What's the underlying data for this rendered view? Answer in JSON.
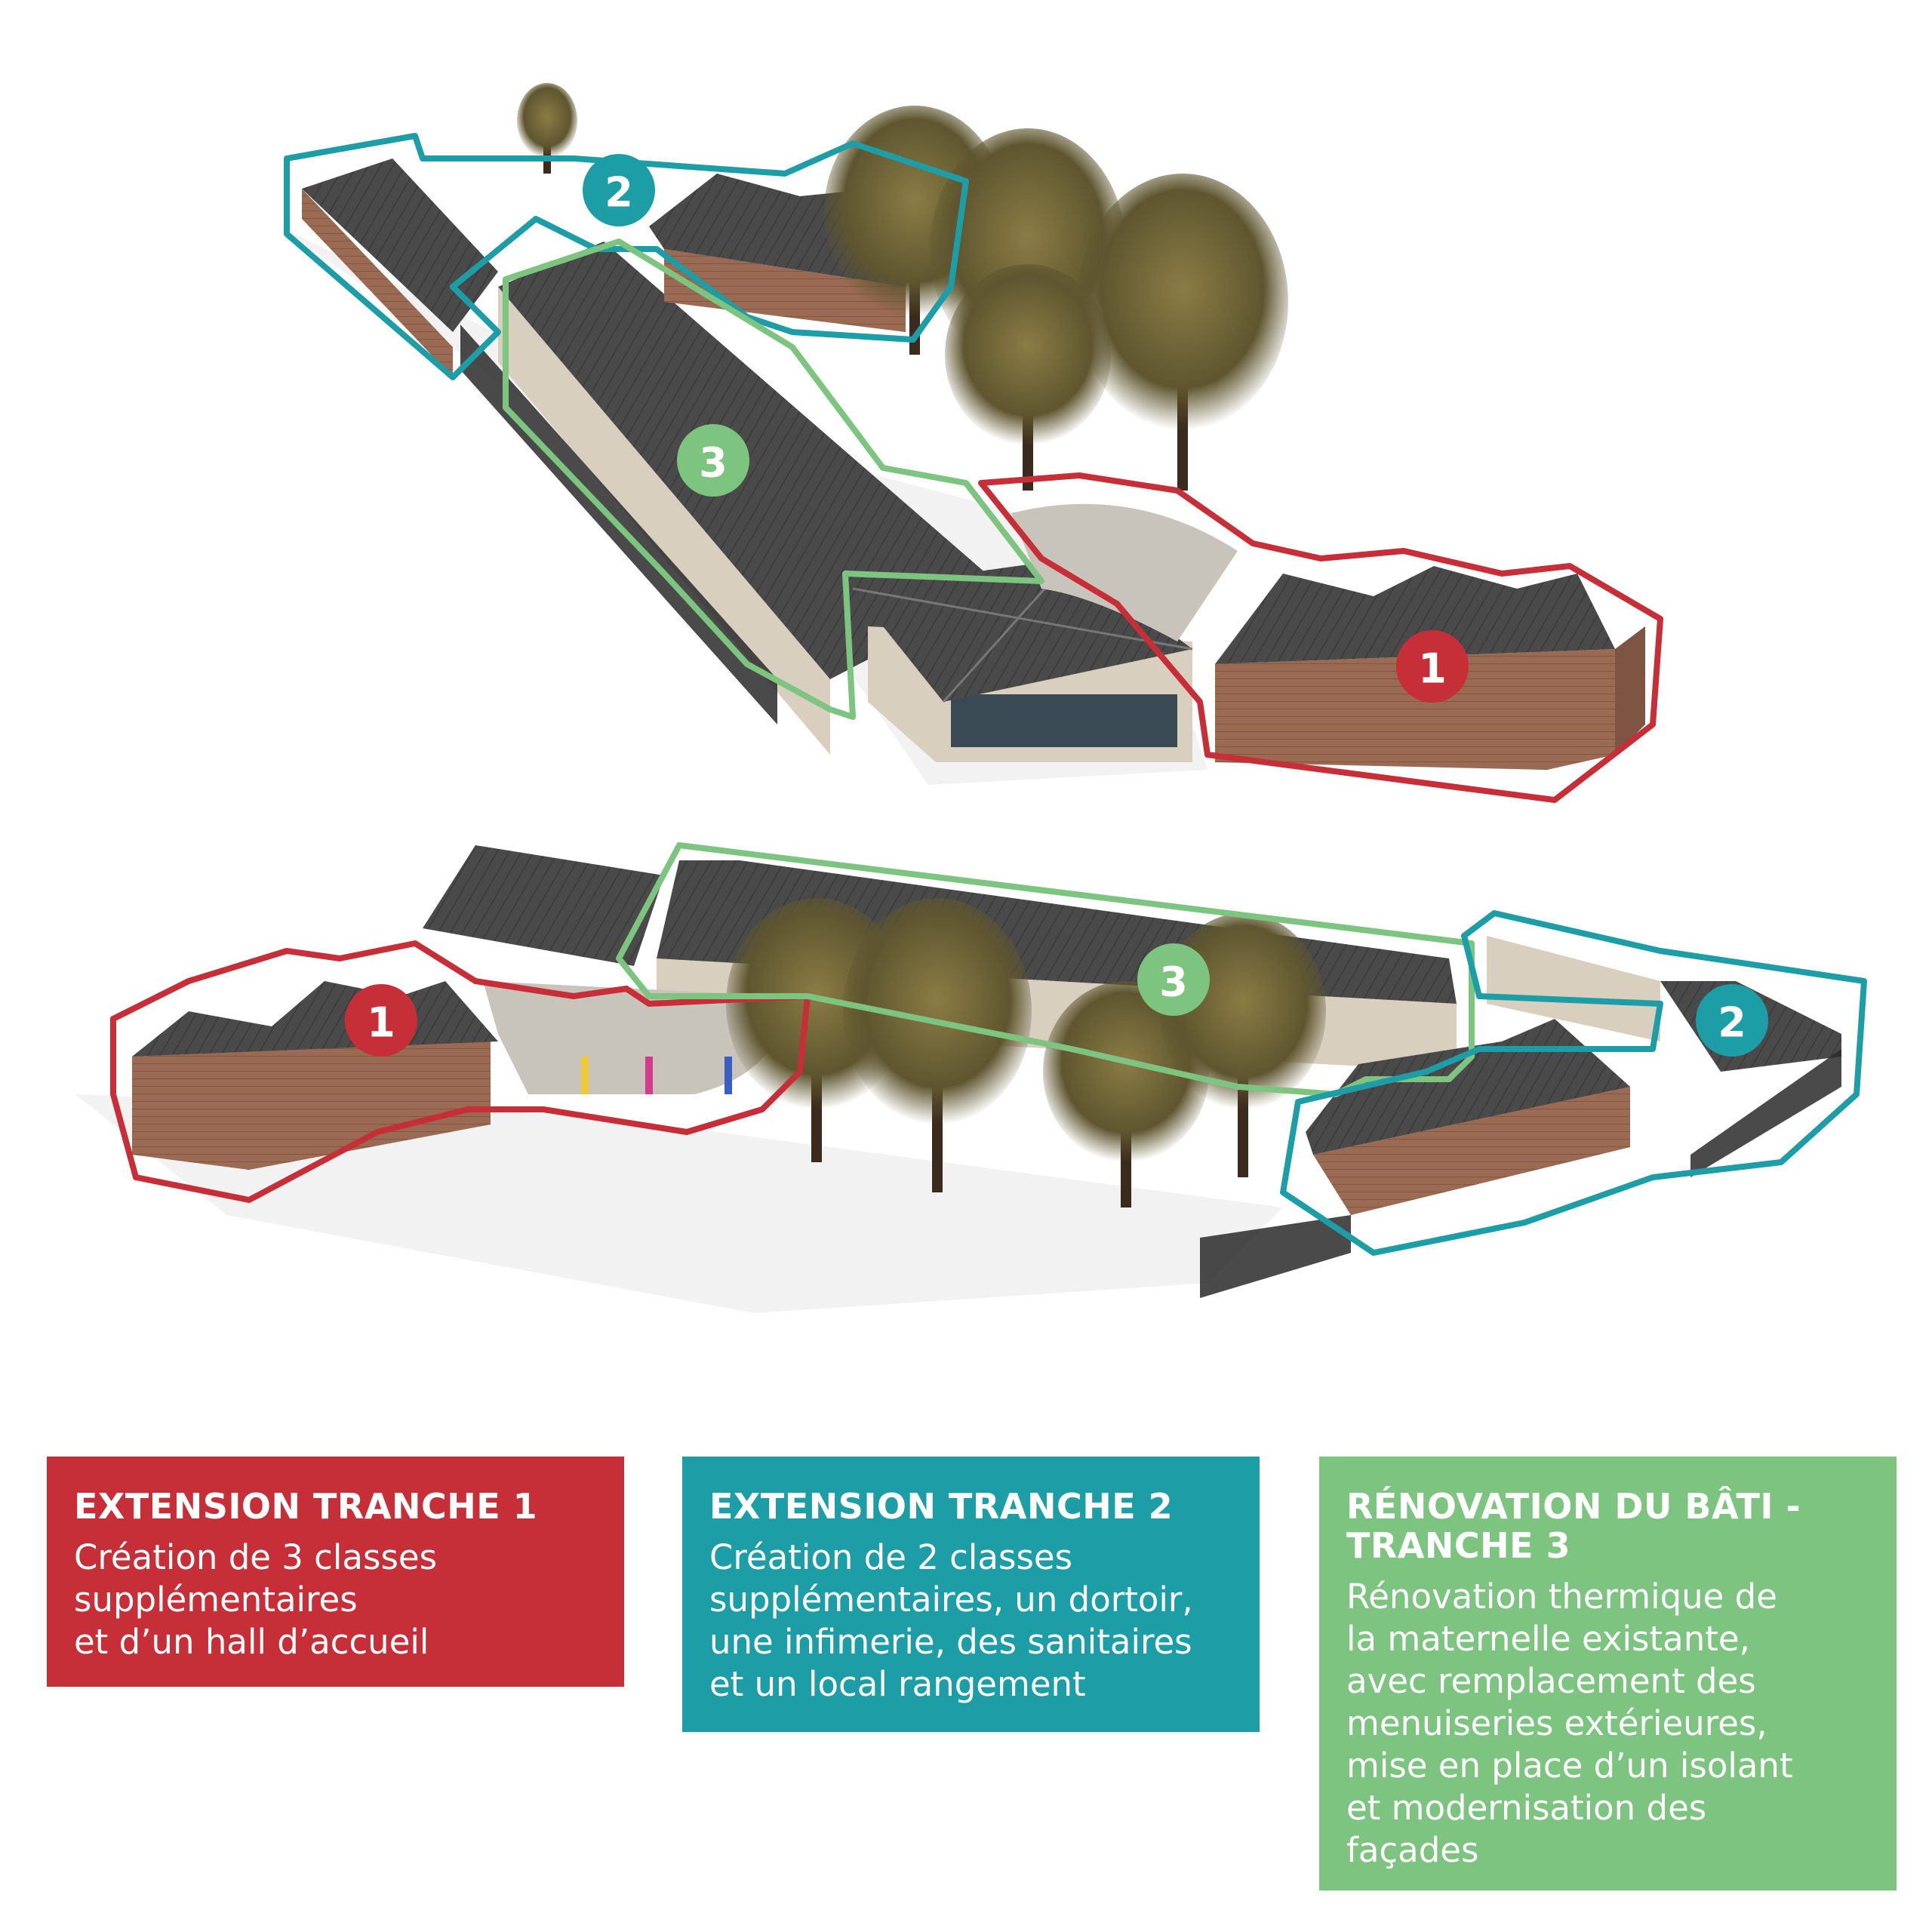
{
  "colors": {
    "tranche1": "#c62f37",
    "tranche2": "#1d9ea7",
    "tranche3": "#7cc47f",
    "roof": "#4b4b4b",
    "wall_brick": "#9a6b52",
    "wall_render": "#d8cfbf",
    "tree_crown": "#6e6433",
    "trunk": "#3b2b1c"
  },
  "badges": {
    "top_view": {
      "tranche1": "1",
      "tranche2": "2",
      "tranche3": "3"
    },
    "bottom_view": {
      "tranche1": "1",
      "tranche2": "2",
      "tranche3": "3"
    }
  },
  "legend": [
    {
      "id": "t1",
      "title_lines": [
        "EXTENSION TRANCHE 1"
      ],
      "body_lines": [
        "Création de 3 classes",
        "supplémentaires",
        "et d’un hall d’accueil"
      ]
    },
    {
      "id": "t2",
      "title_lines": [
        "EXTENSION TRANCHE 2"
      ],
      "body_lines": [
        "Création de 2 classes",
        "supplémentaires, un dortoir,",
        "une infimerie, des sanitaires",
        "et un local rangement"
      ]
    },
    {
      "id": "t3",
      "title_lines": [
        "RÉNOVATION DU BÂTI -",
        "TRANCHE 3"
      ],
      "body_lines": [
        "Rénovation thermique de",
        "la maternelle existante,",
        "avec remplacement des",
        "menuiseries extérieures,",
        "mise en place d’un isolant",
        "et modernisation des",
        "façades"
      ]
    }
  ]
}
